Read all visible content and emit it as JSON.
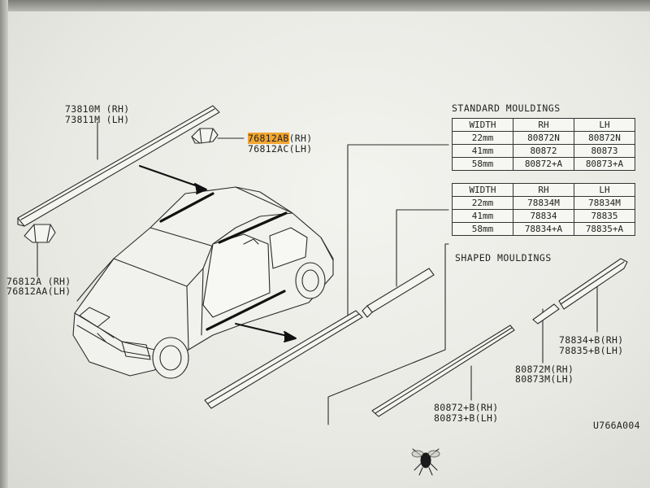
{
  "labels": {
    "roof_rh": "73810M (RH)",
    "roof_lh": "73811M (LH)",
    "clip_top_rh_code": "76812AB",
    "clip_top_rh_side": "(RH)",
    "clip_top_lh": "76812AC(LH)",
    "clip_bot_rh": "76812A (RH)",
    "clip_bot_lh": "76812AA(LH)",
    "std_title": "STANDARD MOULDINGS",
    "shaped_title": "SHAPED MOULDINGS",
    "shaped_front_rh": "78834+B(RH)",
    "shaped_front_lh": "78835+B(LH)",
    "shaped_small_rh": "80872M(RH)",
    "shaped_small_lh": "80873M(LH)",
    "shaped_long_rh": "80872+B(RH)",
    "shaped_long_lh": "80873+B(LH)",
    "figure_code": "U766A004"
  },
  "highlight_color": "#f2a531",
  "tables": [
    {
      "header": [
        "WIDTH",
        "RH",
        "LH"
      ],
      "rows": [
        [
          "22mm",
          "80872N",
          "80872N"
        ],
        [
          "41mm",
          "80872",
          "80873"
        ],
        [
          "58mm",
          "80872+A",
          "80873+A"
        ]
      ]
    },
    {
      "header": [
        "WIDTH",
        "RH",
        "LH"
      ],
      "rows": [
        [
          "22mm",
          "78834M",
          "78834M"
        ],
        [
          "41mm",
          "78834",
          "78835"
        ],
        [
          "58mm",
          "78834+A",
          "78835+A"
        ]
      ]
    }
  ]
}
